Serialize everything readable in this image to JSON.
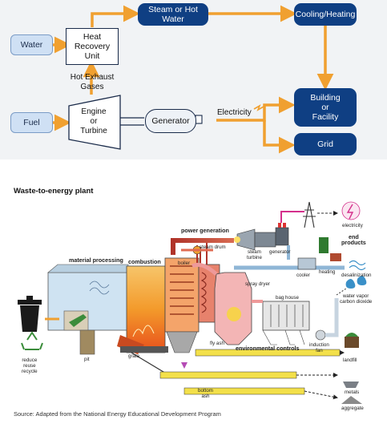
{
  "chp": {
    "inputs": {
      "water": "Water",
      "fuel": "Fuel"
    },
    "heat_recovery_unit": "Heat Recovery\nUnit",
    "engine_or_turbine": "Engine\nor\nTurbine",
    "generator": "Generator",
    "hot_exhaust_gases": "Hot Exhaust\nGases",
    "electricity": "Electricity",
    "steam_or_hot_water": "Steam or Hot Water",
    "cooling_heating": "Cooling/Heating",
    "building_or_facility": "Building\nor\nFacility",
    "grid": "Grid",
    "colors": {
      "arrow": "#f0a030",
      "navy": "#0f3f83",
      "light_blue": "#cfe0f4"
    }
  },
  "plant": {
    "title": "Waste-to-energy plant",
    "labels": {
      "power_generation": "power generation",
      "combustion": "combustion",
      "material_processing": "material processing",
      "steam_drum": "steam drum",
      "boiler": "boiler",
      "steam_turbine": "steam\nturbine",
      "generator": "generator",
      "electricity": "electricity",
      "end_products": "end\nproducts",
      "cooler": "cooler",
      "heating": "heating",
      "desalinization": "desalinization",
      "water_vapor_co2": "water vapor\ncarbon dioxide",
      "spray_dryer": "spray dryer",
      "bag_house": "bag house",
      "induction_fan": "induction\nfan",
      "environmental_controls": "environmental controls",
      "fly_ash": "fly ash",
      "grate": "grate",
      "pit": "pit",
      "bottom_ash": "bottom\nash",
      "reduce_reuse_recycle": "reduce\nreuse\nrecycle",
      "landfill": "landfill",
      "metals": "metals",
      "aggregate": "aggregate"
    },
    "source": "Source: Adapted from the National Energy Educational Development Program"
  }
}
